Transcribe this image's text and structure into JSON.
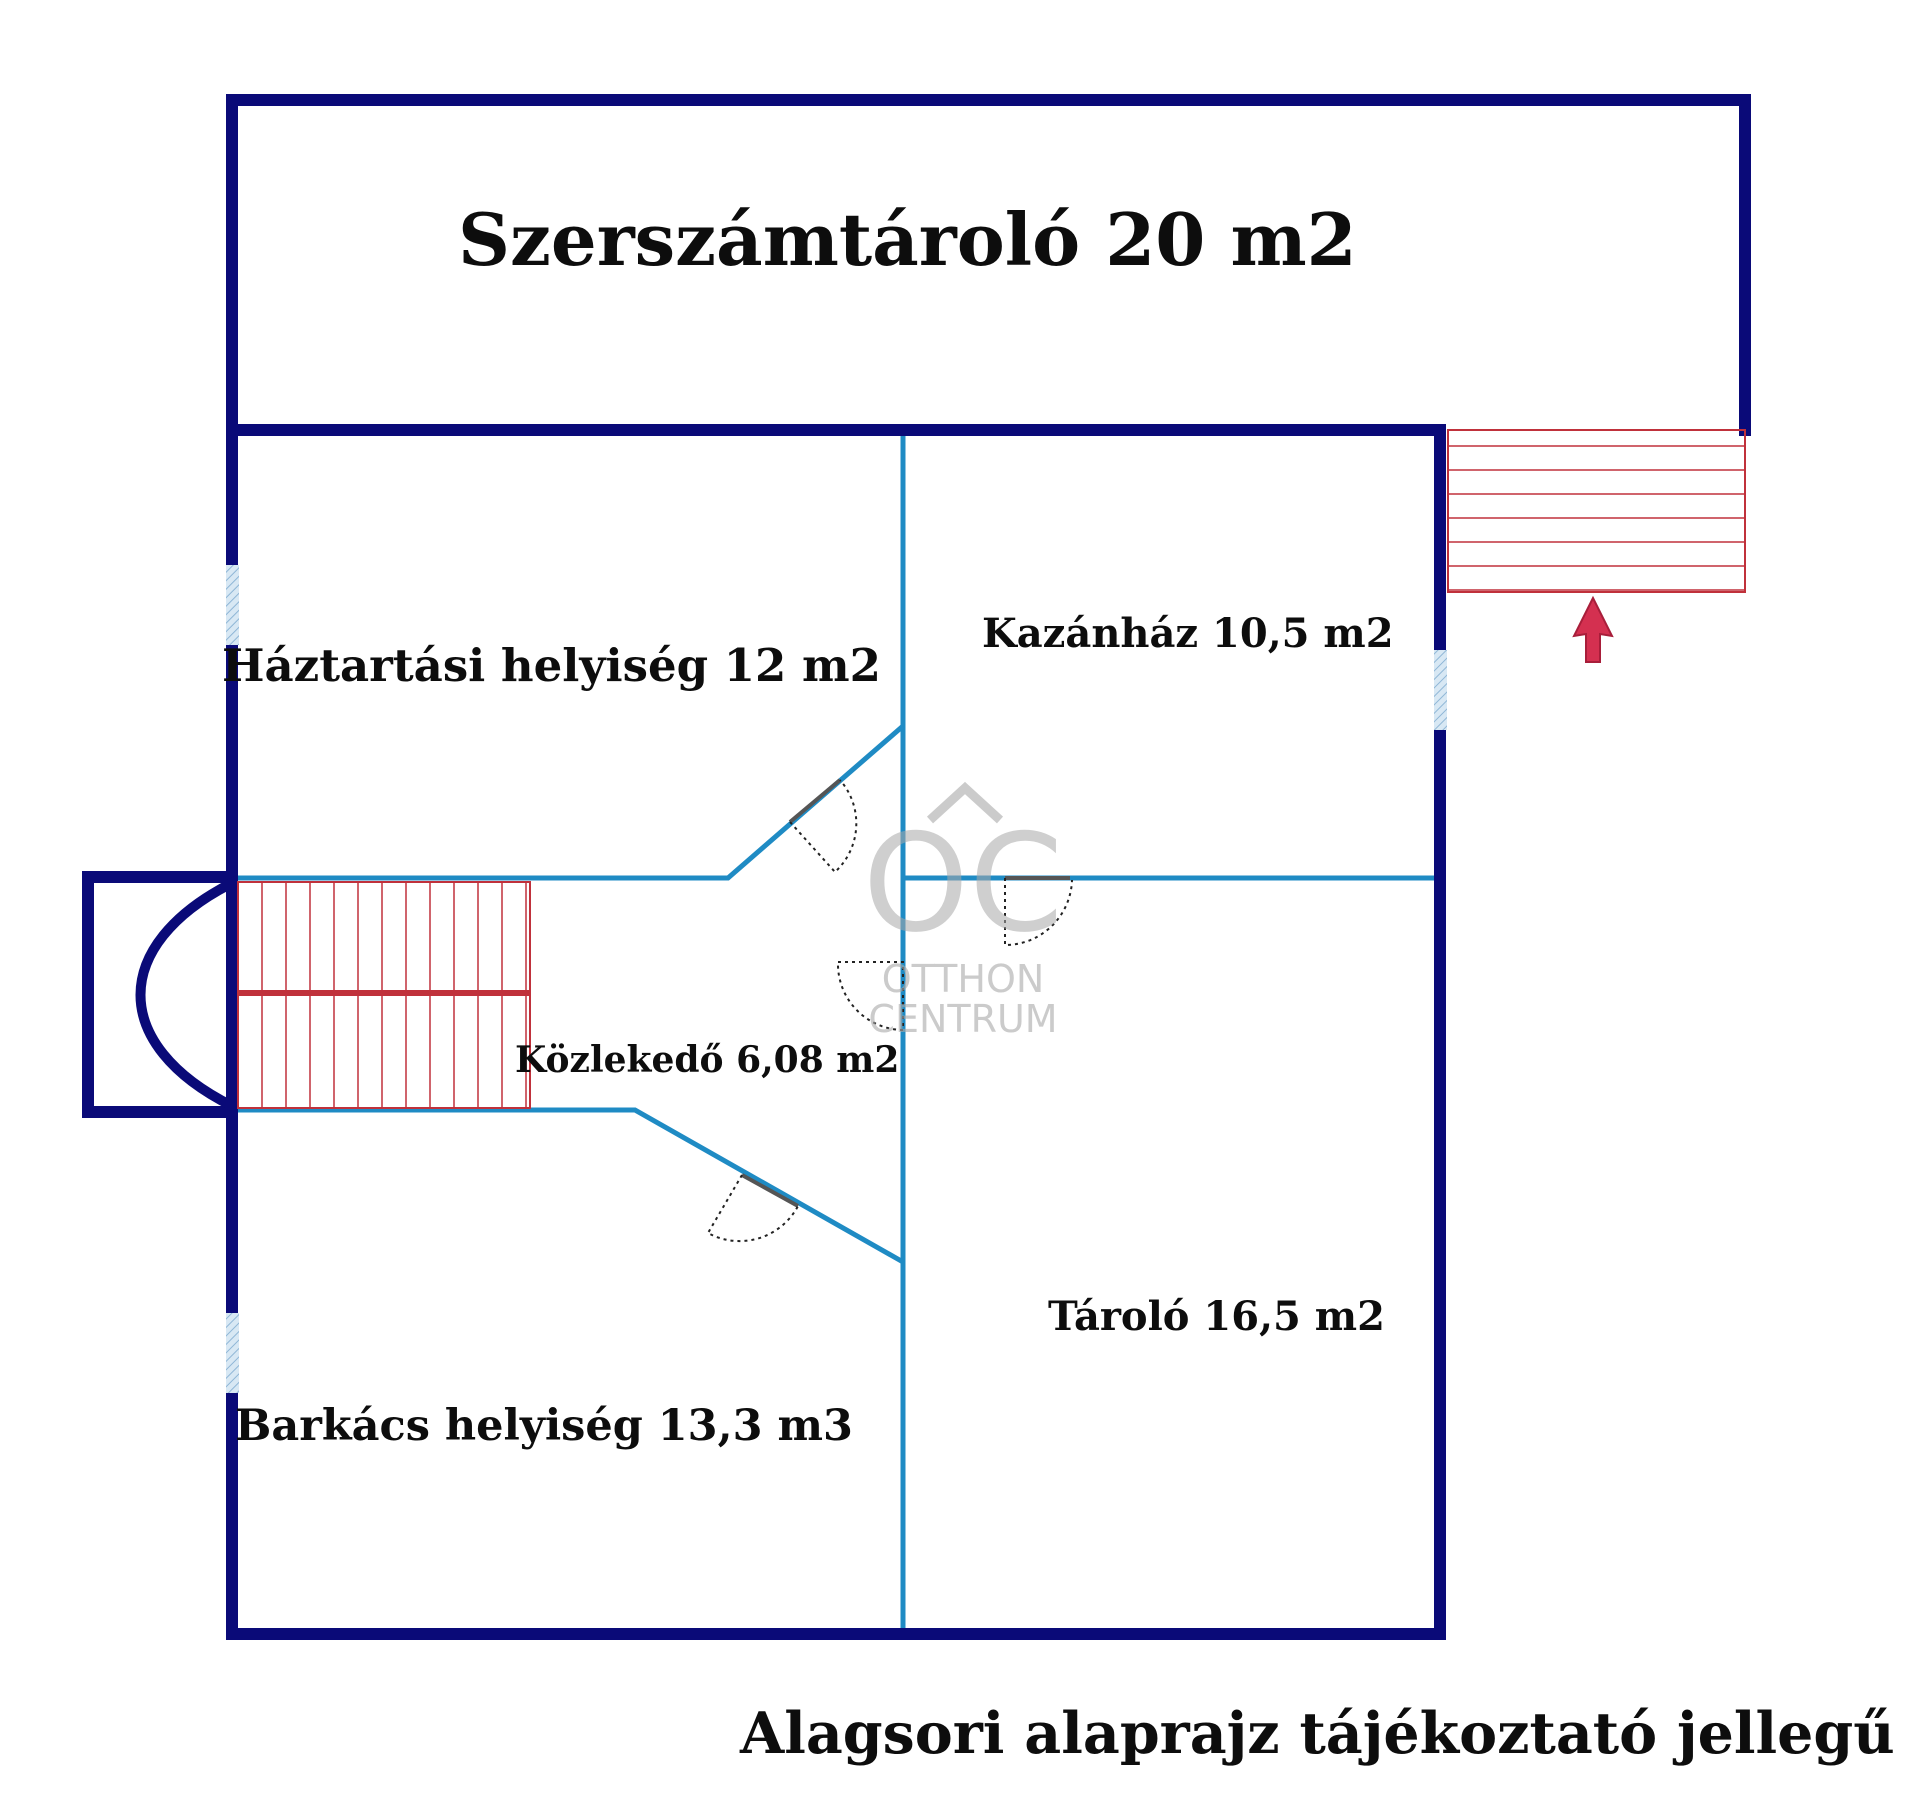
{
  "plan": {
    "caption": "Alagsori alaprajz tájékoztató jellegű",
    "rooms": {
      "tool_storage": "Szerszámtároló 20 m2",
      "household": "Háztartási helyiség 12 m2",
      "boiler": "Kazánház 10,5 m2",
      "corridor": "Közlekedő 6,08 m2",
      "storage": "Tároló 16,5 m2",
      "workshop": "Barkács helyiség 13,3 m3"
    }
  },
  "watermark": {
    "logo_letters": "OC",
    "line1": "OTTHON",
    "line2": "CENTRUM"
  },
  "colors": {
    "outer_wall": "#0a0a78",
    "inner_wall": "#1f8bc4",
    "stairs": "#c0313b",
    "entry_arrow": "#d43050",
    "window": "#a8c8e0",
    "watermark": "#a9a9a9"
  },
  "icons": {
    "entry": "up-arrow-icon",
    "logo": "otthon-centrum-logo"
  }
}
